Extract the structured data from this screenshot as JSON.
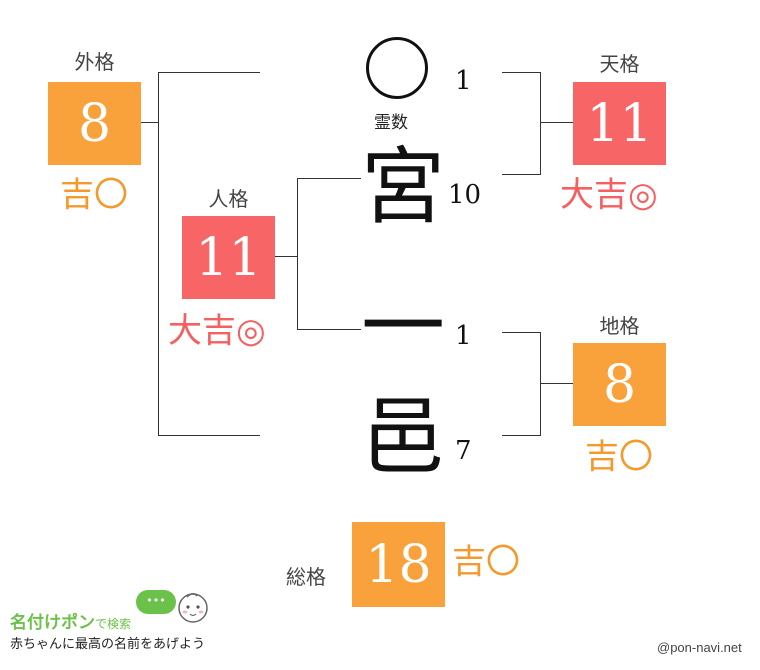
{
  "colors": {
    "orange": "#f9a13a",
    "pink": "#f76566",
    "kichi_text": "#f49a2c",
    "daikichi_text": "#f46060"
  },
  "name_chars": [
    {
      "char": "〇",
      "strokes": "1",
      "note": "霊数"
    },
    {
      "char": "宮",
      "strokes": "10"
    },
    {
      "char": "一",
      "strokes": "1"
    },
    {
      "char": "邑",
      "strokes": "7"
    }
  ],
  "gaikaku": {
    "label": "外格",
    "value": "8",
    "fortune": "吉〇"
  },
  "tenkaku": {
    "label": "天格",
    "value": "11",
    "fortune": "大吉◎"
  },
  "jinkaku": {
    "label": "人格",
    "value": "11",
    "fortune": "大吉◎"
  },
  "chikaku": {
    "label": "地格",
    "value": "8",
    "fortune": "吉〇"
  },
  "soukaku": {
    "label": "総格",
    "value": "18",
    "fortune": "吉〇"
  },
  "footer": {
    "brand_main": "名付けポン",
    "brand_sub": "で検索",
    "bubble": "•••",
    "tagline": "赤ちゃんに最高の名前をあげよう",
    "credit": "@pon-navi.net"
  }
}
